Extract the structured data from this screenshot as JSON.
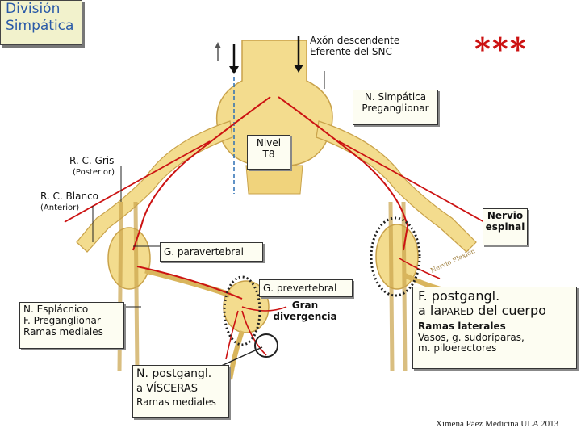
{
  "title": {
    "line1": "División",
    "line2": "Simpática"
  },
  "stars": "***",
  "labels": {
    "axon_line1": "Axón descendente",
    "axon_line2": "Eferente del SNC",
    "n_simpatica_line1": "N. Simpática",
    "n_simpatica_line2": "Preganglionar",
    "nivel_line1": "Nivel",
    "nivel_line2": "T8",
    "rc_gris": "R. C. Gris",
    "rc_gris_sub": "(Posterior)",
    "rc_blanco": "R. C. Blanco",
    "rc_blanco_sub": "(Anterior)",
    "nervio_line1": "Nervio",
    "nervio_line2": "espinal",
    "g_paravertebral": "G. paravertebral",
    "g_prevertebral": "G. prevertebral",
    "gran_line1": "Gran",
    "gran_line2": "divergencia",
    "esplacnico_line1": "N. Esplácnico",
    "esplacnico_line2": "F. Preganglionar",
    "esplacnico_line3": "Ramas mediales",
    "postgang_visceras_line1": "N. postgangl.",
    "postgang_visceras_a": "a",
    "postgang_visceras_word": "VÍSCERAS",
    "postgang_visceras_line3": "Ramas mediales",
    "postgang_pared_line1": "F. postgangl.",
    "postgang_pared_a": "a la",
    "postgang_pared_word": "PARED",
    "postgang_pared_rest": "del cuerpo",
    "ramas_laterales": "Ramas laterales",
    "vasos": "Vasos, g. sudoríparas,",
    "piloerectores": "m. piloerectores",
    "drawing_text": "Nervio Flexión"
  },
  "credit": "Ximena Páez Medicina ULA 2013",
  "colors": {
    "accent": "#cc1212",
    "nerve_fill": "#f3dc8e",
    "title_box": "#f2f2cc",
    "title_text": "#2a5aa8"
  }
}
